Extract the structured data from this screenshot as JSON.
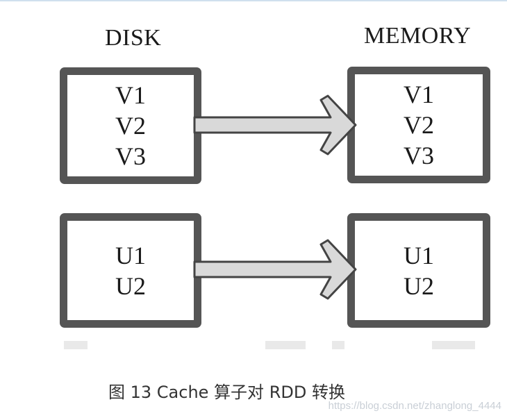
{
  "diagram": {
    "left_heading": "DISK",
    "right_heading": "MEMORY",
    "disk_v_items": [
      "V1",
      "V2",
      "V3"
    ],
    "memory_v_items": [
      "V1",
      "V2",
      "V3"
    ],
    "disk_u_items": [
      "U1",
      "U2"
    ],
    "memory_u_items": [
      "U1",
      "U2"
    ],
    "colors": {
      "box_border": "#555555",
      "arrow_fill": "#d9d9d9",
      "arrow_stroke": "#444444"
    }
  },
  "caption": "图 13 Cache 算子对 RDD 转换",
  "watermark": "https://blog.csdn.net/zhanglong_4444"
}
